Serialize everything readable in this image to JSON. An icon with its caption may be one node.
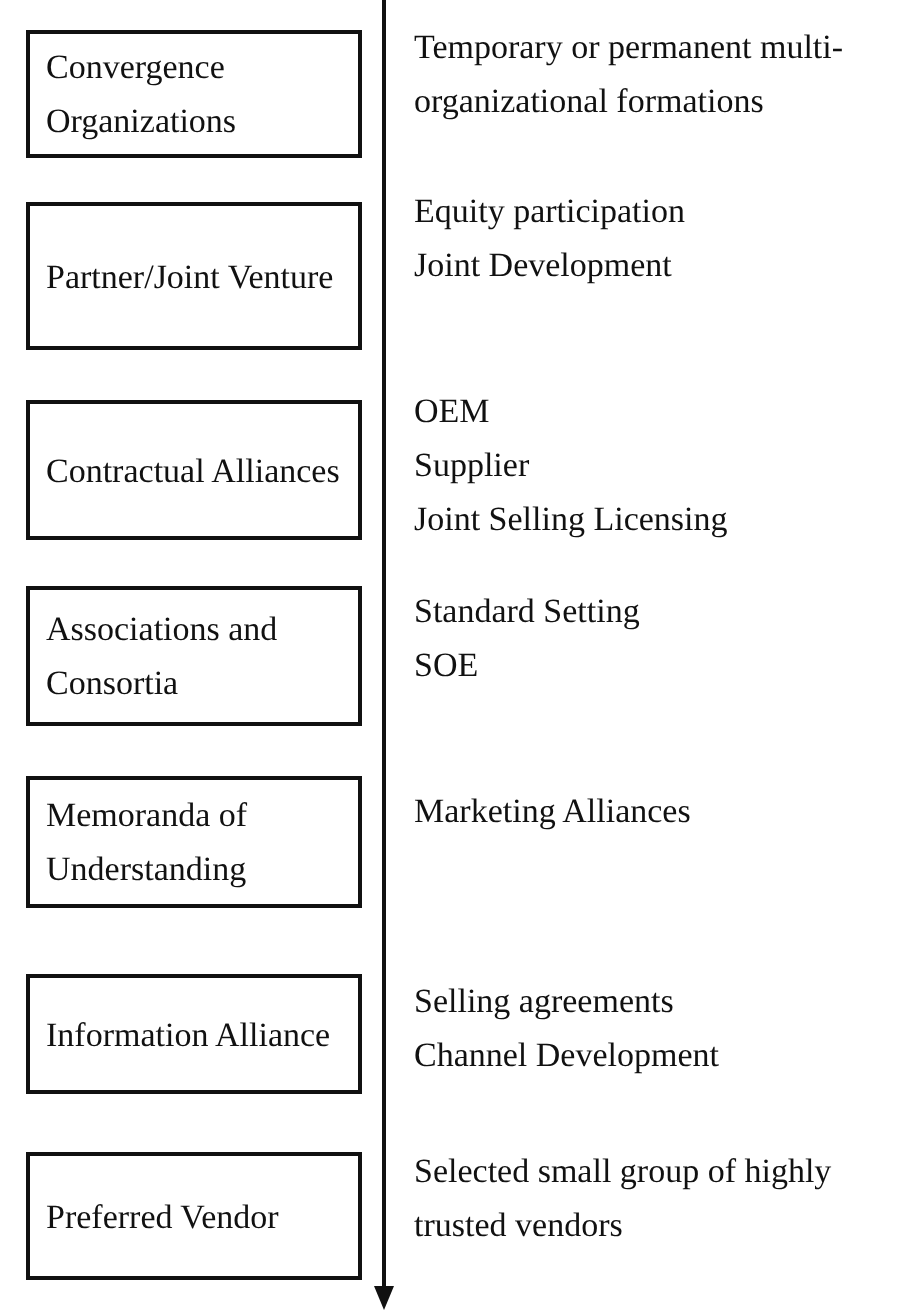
{
  "diagram": {
    "nodes": [
      {
        "text": [
          "Convergence Organizations"
        ],
        "beside": [
          "Temporary or permanent multi-organizational formations"
        ]
      },
      {
        "text": [
          "Partner/Joint Venture"
        ],
        "beside": [
          "Equity participation",
          "Joint Development"
        ]
      },
      {
        "text": [
          "Contractual Alliances"
        ],
        "beside": [
          "OEM",
          "Supplier",
          "Joint Selling Licensing"
        ]
      },
      {
        "text": [
          "Associations and Consortia"
        ],
        "beside": [
          "Standard Setting",
          "SOE"
        ]
      },
      {
        "text": [
          "Memoranda of Understanding"
        ],
        "beside": [
          "Marketing Alliances"
        ]
      },
      {
        "text": [
          "Information Alliance"
        ],
        "beside": [
          "Selling agreements",
          "Channel Development"
        ]
      },
      {
        "text": [
          "Preferred Vendor"
        ],
        "beside": [
          "Selected small group of highly trusted vendors"
        ]
      }
    ]
  }
}
